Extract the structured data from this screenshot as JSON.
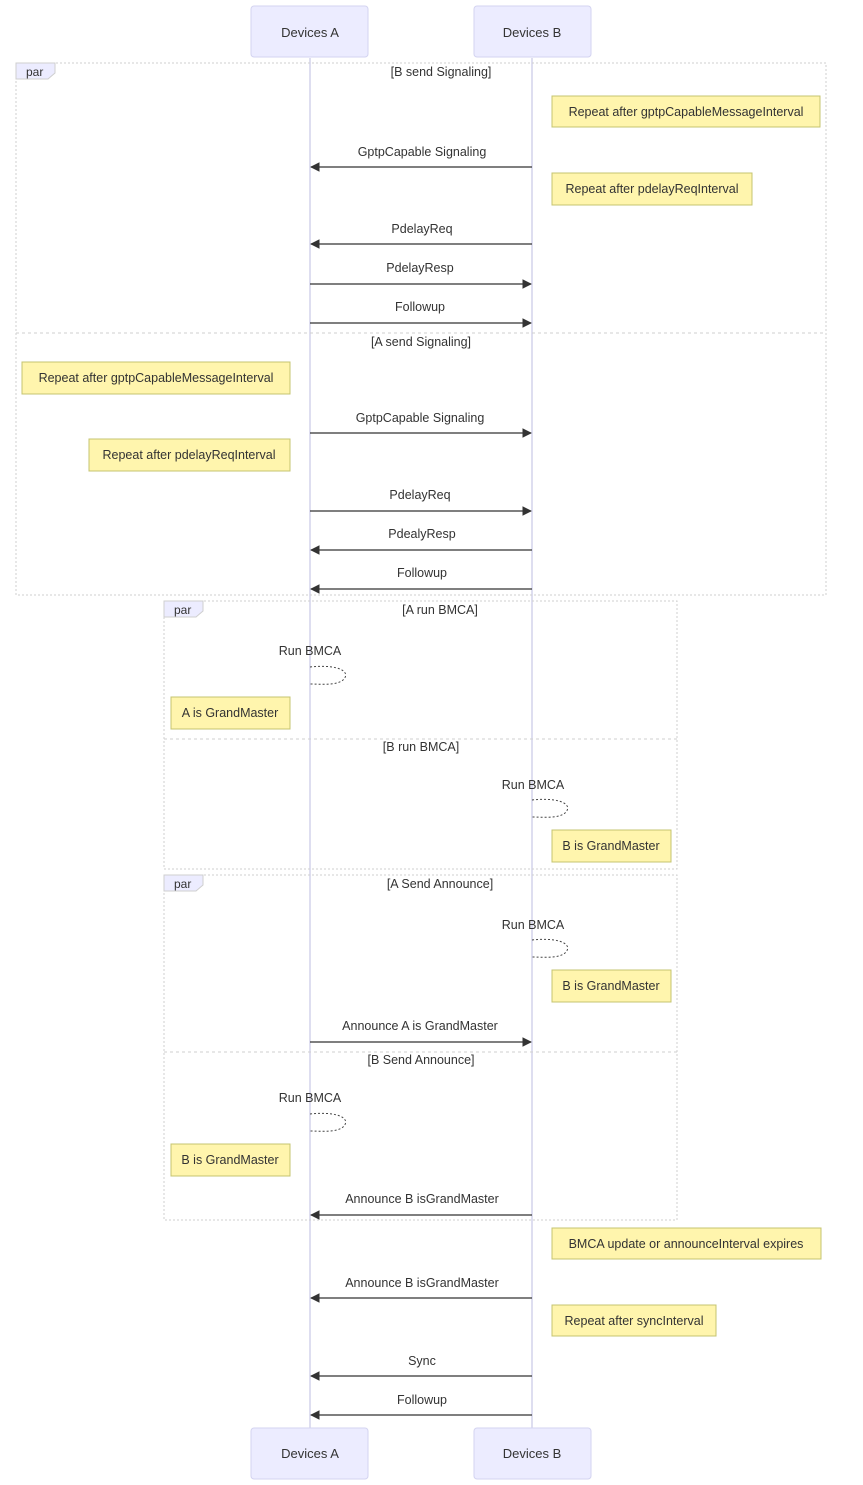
{
  "actors": {
    "a": "Devices A",
    "b": "Devices B"
  },
  "frames": [
    {
      "label": "par",
      "sections": [
        "[B send Signaling]",
        "[A send Signaling]"
      ]
    },
    {
      "label": "par",
      "sections": [
        "[A run BMCA]",
        "[B run BMCA]"
      ]
    },
    {
      "label": "par",
      "sections": [
        "[A Send Announce]",
        "[B Send Announce]"
      ]
    }
  ],
  "messages": [
    {
      "text": "GptpCapable Signaling",
      "from": "b",
      "to": "a"
    },
    {
      "text": "PdelayReq",
      "from": "b",
      "to": "a"
    },
    {
      "text": "PdelayResp",
      "from": "a",
      "to": "b"
    },
    {
      "text": "Followup",
      "from": "a",
      "to": "b"
    },
    {
      "text": "GptpCapable Signaling",
      "from": "a",
      "to": "b"
    },
    {
      "text": "PdelayReq",
      "from": "a",
      "to": "b"
    },
    {
      "text": "PdealyResp",
      "from": "b",
      "to": "a"
    },
    {
      "text": "Followup",
      "from": "b",
      "to": "a"
    },
    {
      "text": "Run BMCA",
      "from": "a",
      "to": "a"
    },
    {
      "text": "Run BMCA",
      "from": "b",
      "to": "b"
    },
    {
      "text": "Run BMCA",
      "from": "b",
      "to": "b"
    },
    {
      "text": "Announce A is GrandMaster",
      "from": "a",
      "to": "b"
    },
    {
      "text": "Run BMCA",
      "from": "a",
      "to": "a"
    },
    {
      "text": "Announce B isGrandMaster",
      "from": "b",
      "to": "a"
    },
    {
      "text": "Announce B isGrandMaster",
      "from": "b",
      "to": "a"
    },
    {
      "text": "Sync",
      "from": "b",
      "to": "a"
    },
    {
      "text": "Followup",
      "from": "b",
      "to": "a"
    }
  ],
  "notes": [
    {
      "text": "Repeat after gptpCapableMessageInterval",
      "side": "right-of-b"
    },
    {
      "text": "Repeat after pdelayReqInterval",
      "side": "right-of-b"
    },
    {
      "text": "Repeat after gptpCapableMessageInterval",
      "side": "left-of-a"
    },
    {
      "text": "Repeat after pdelayReqInterval",
      "side": "left-of-a"
    },
    {
      "text": "A is GrandMaster",
      "side": "left-of-a"
    },
    {
      "text": "B is GrandMaster",
      "side": "right-of-b"
    },
    {
      "text": "B is GrandMaster",
      "side": "right-of-b"
    },
    {
      "text": "B is GrandMaster",
      "side": "left-of-a"
    },
    {
      "text": "BMCA update or announceInterval expires",
      "side": "right-of-b"
    },
    {
      "text": "Repeat after syncInterval",
      "side": "right-of-b"
    }
  ],
  "colors": {
    "actor_fill": "#ececff",
    "note_fill": "#fff5ad",
    "line": "#333333"
  }
}
